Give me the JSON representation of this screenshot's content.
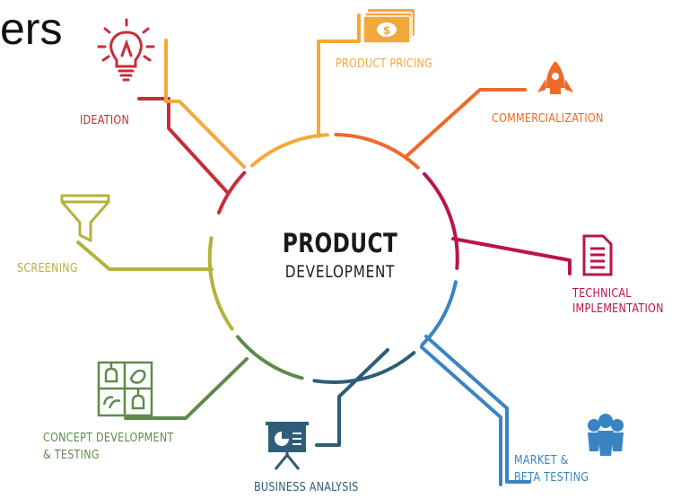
{
  "heading_fragment": "ers",
  "center": {
    "title": "PRODUCT",
    "subtitle": "DEVELOPMENT"
  },
  "stages": {
    "ideation": {
      "label": "IDEATION",
      "color": "#c62d3a",
      "icon": "lightbulb-icon"
    },
    "pricing": {
      "label": "PRODUCT PRICING",
      "color": "#f2a93b",
      "icon": "money-icon"
    },
    "commercialization": {
      "label": "COMMERCIALIZATION",
      "color": "#ee6a2b",
      "icon": "rocket-icon"
    },
    "technical": {
      "label_line1": "TECHNICAL",
      "label_line2": "IMPLEMENTATION",
      "color": "#b8144f",
      "icon": "document-icon"
    },
    "screening": {
      "label": "SCREENING",
      "color": "#b5b13c",
      "icon": "funnel-icon"
    },
    "concept": {
      "label_line1": "CONCEPT DEVELOPMENT",
      "label_line2": "& TESTING",
      "color": "#5e8a4c",
      "icon": "concept-board-icon"
    },
    "business": {
      "label": "BUSINESS ANALYSIS",
      "color": "#2e5d7a",
      "icon": "presentation-icon"
    },
    "market": {
      "label_line1": "MARKET &",
      "label_line2": "BETA TESTING",
      "color": "#3a84c4",
      "icon": "team-icon"
    }
  }
}
